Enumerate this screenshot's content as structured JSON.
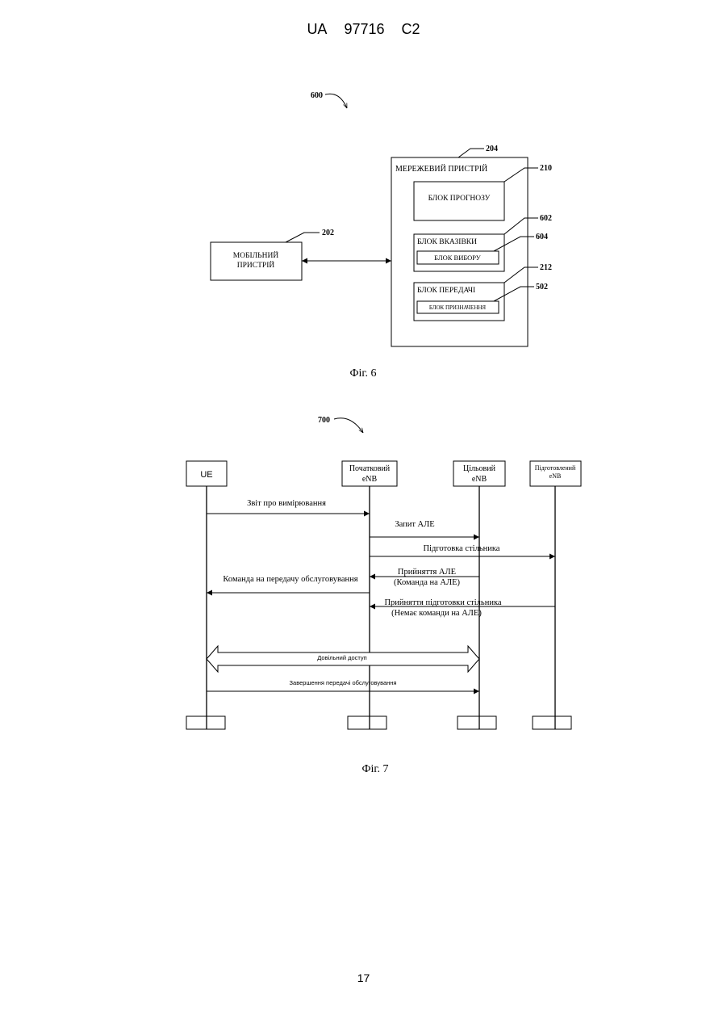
{
  "header": {
    "office": "UA",
    "number": "97716",
    "kind": "C2"
  },
  "page_number": "17",
  "fig6": {
    "ref": "600",
    "caption": "Фіг. 6",
    "network_device": {
      "ref": "204",
      "label": "МЕРЕЖЕВИЙ ПРИСТРІЙ"
    },
    "forecast_block": {
      "ref": "210",
      "label": "БЛОК ПРОГНОЗУ"
    },
    "indication_block": {
      "ref": "602",
      "label": "БЛОК ВКАЗІВКИ"
    },
    "selection_block": {
      "ref": "604",
      "label": "БЛОК ВИБОРУ"
    },
    "transmission_block": {
      "ref": "212",
      "label": "БЛОК ПЕРЕДАЧІ"
    },
    "assignment_block": {
      "ref": "502",
      "label": "БЛОК ПРИЗНАЧЕННЯ"
    },
    "mobile_device": {
      "ref": "202",
      "label_line1": "МОБІЛЬНИЙ",
      "label_line2": "ПРИСТРІЙ"
    }
  },
  "fig7": {
    "ref": "700",
    "caption": "Фіг. 7",
    "entities": {
      "ue": "UE",
      "source_line1": "Початковий",
      "source_line2": "eNB",
      "target_line1": "Цільовий",
      "target_line2": "eNB",
      "prepared_line1": "Підготовлений",
      "prepared_line2": "eNB"
    },
    "messages": {
      "measurement_report": "Звіт про вимірювання",
      "ho_request": "Запит АЛЕ",
      "cell_preparation": "Підготовка стільника",
      "ho_ack_line1": "Прийняття АЛЕ",
      "ho_ack_line2": "(Команда на АЛЕ)",
      "ho_command": "Команда на передачу обслуговування",
      "prep_ack_line1": "Прийняття підготовки стільника",
      "prep_ack_line2": "(Немає команди на АЛЕ)",
      "random_access": "Довільний доступ",
      "ho_complete": "Завершення передачі обслуговування"
    }
  }
}
